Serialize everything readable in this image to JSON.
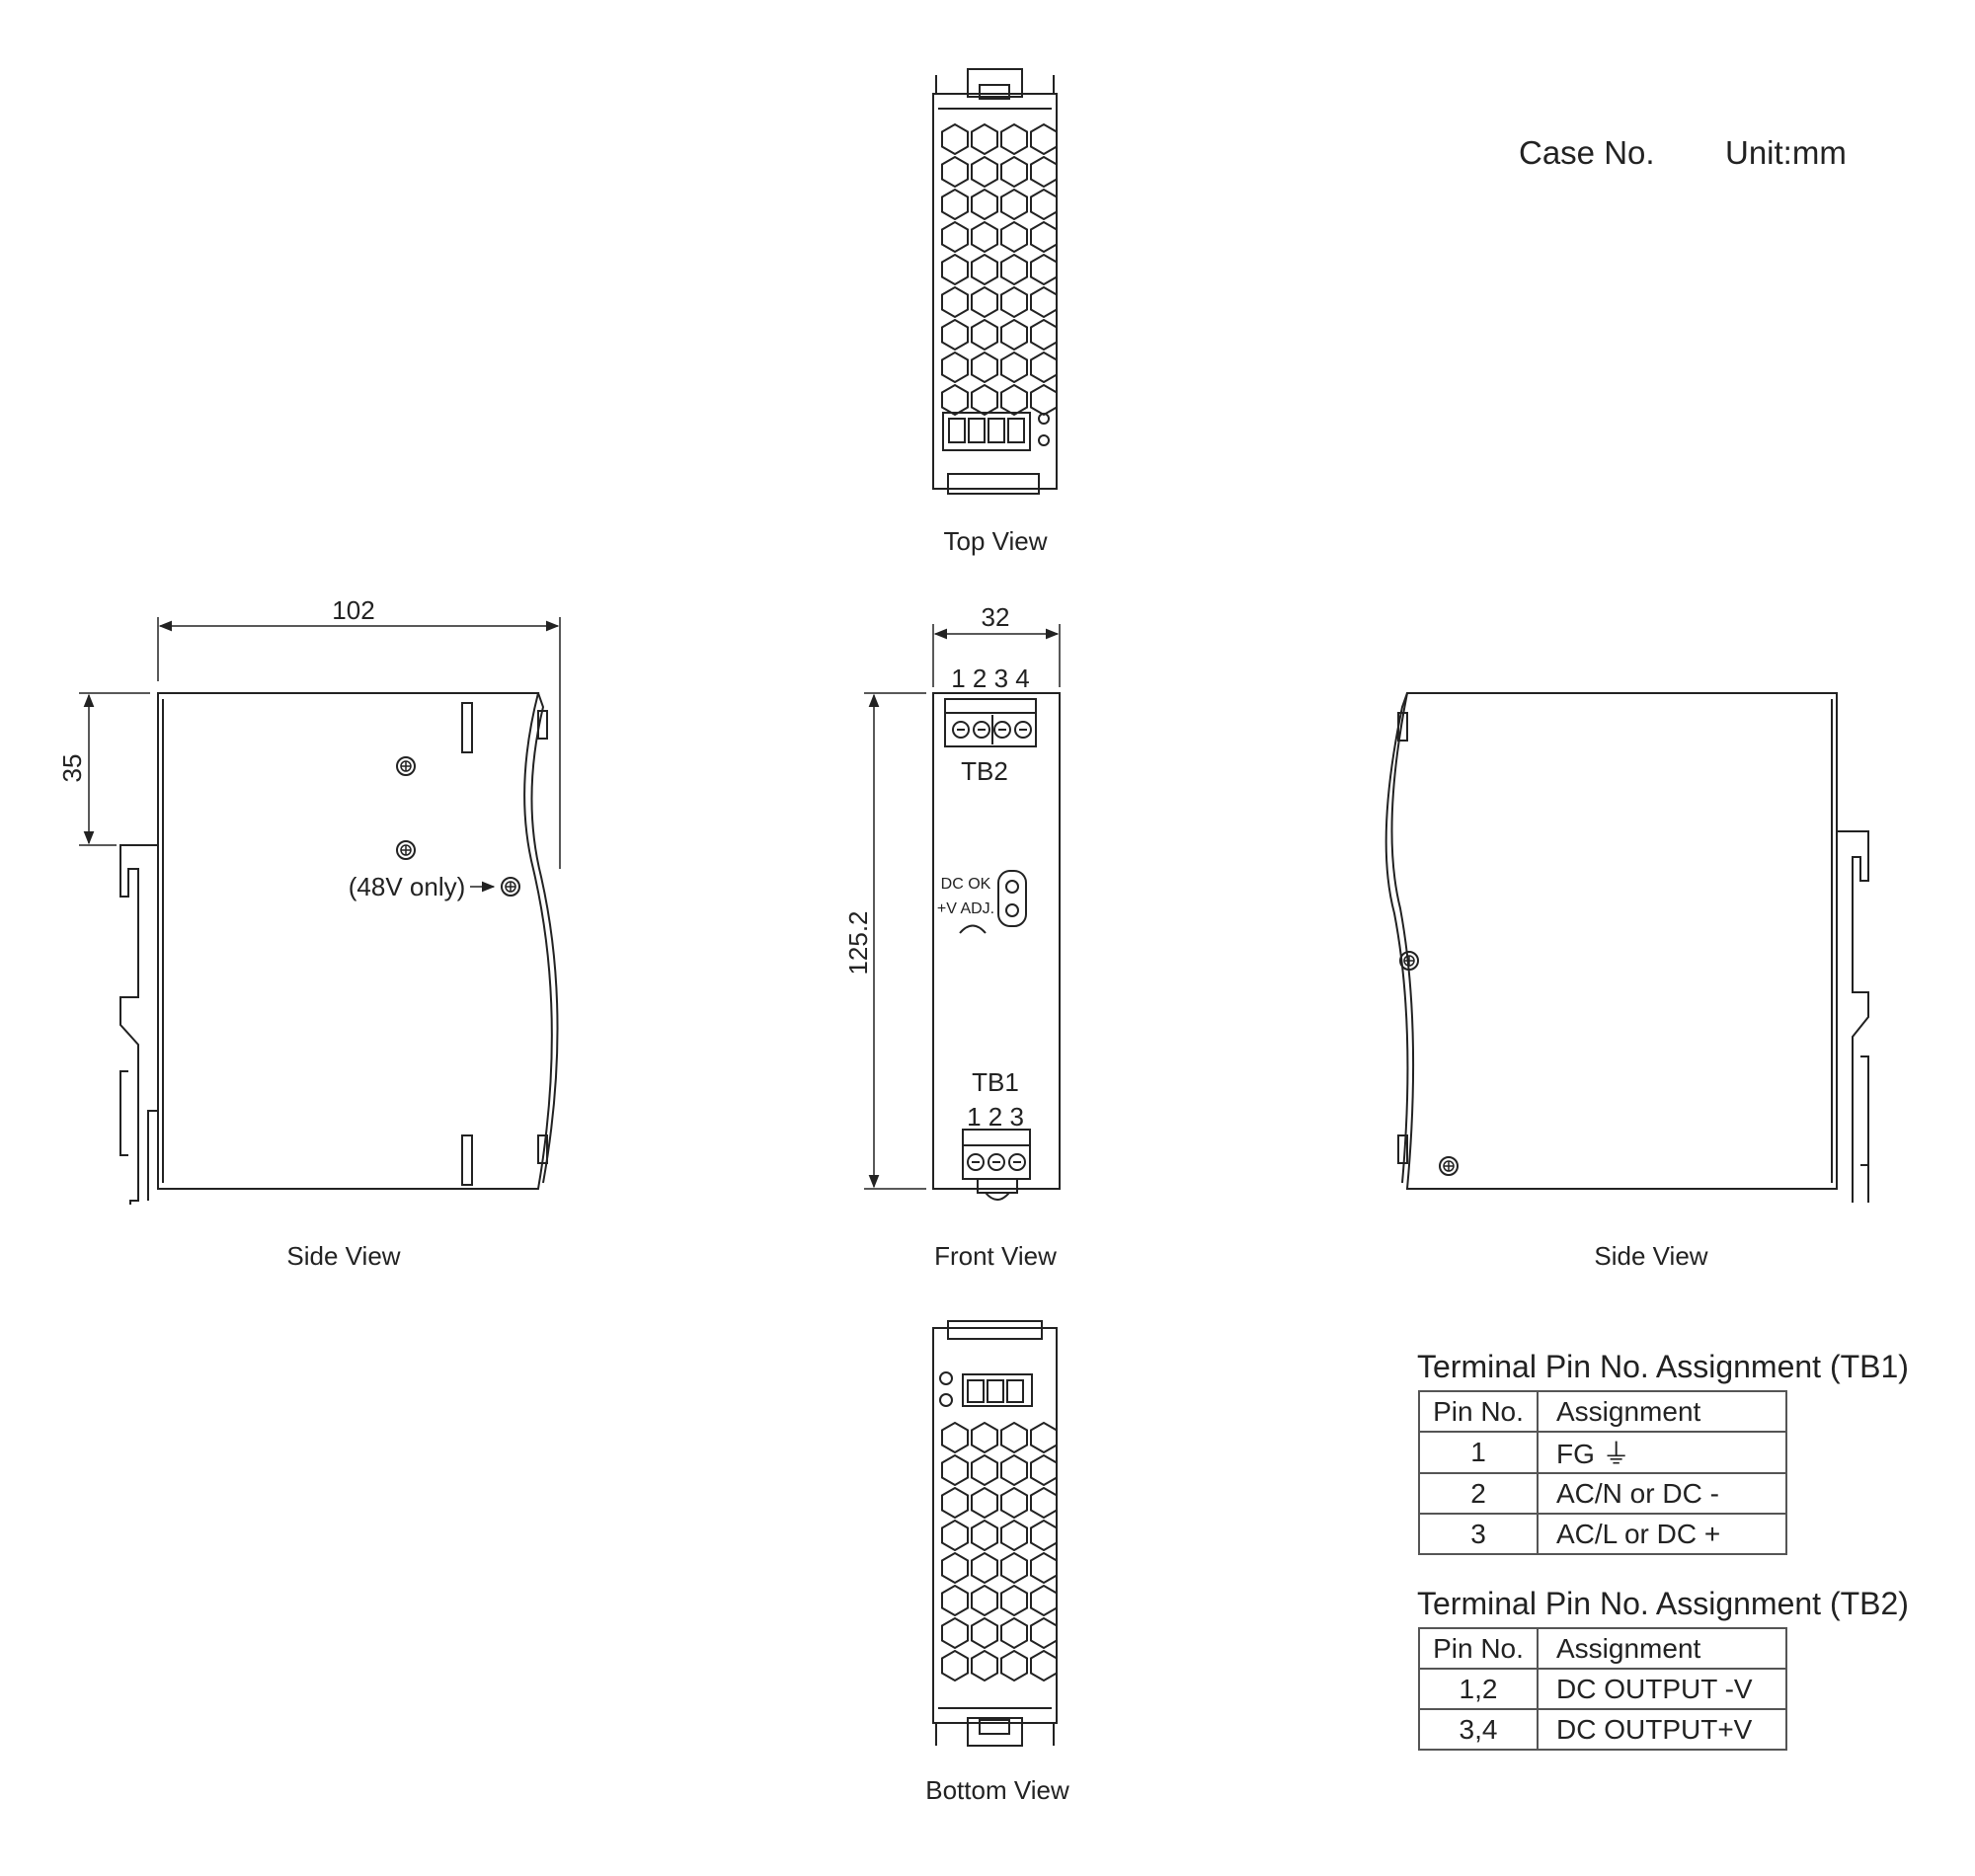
{
  "header": {
    "case_no": "Case No.",
    "unit": "Unit:mm"
  },
  "views": {
    "top": "Top View",
    "front": "Front View",
    "side_left": "Side View",
    "side_right": "Side View",
    "bottom": "Bottom View"
  },
  "dimensions": {
    "width": "102",
    "front_width": "32",
    "height": "125.2",
    "depth": "35"
  },
  "front_labels": {
    "tb2_pins": "1 2 3 4",
    "tb2": "TB2",
    "dc_ok": "DC OK",
    "v_adj": "+V ADJ.",
    "tb1": "TB1",
    "tb1_pins": "1 2 3"
  },
  "side_note": "(48V only)",
  "tb1_table": {
    "title": "Terminal Pin No.  Assignment (TB1)",
    "headers": [
      "Pin No.",
      "Assignment"
    ],
    "rows": [
      [
        "1",
        "FG ⏚"
      ],
      [
        "2",
        "AC/N or DC -"
      ],
      [
        "3",
        "AC/L or DC +"
      ]
    ]
  },
  "tb2_table": {
    "title": "Terminal Pin No.  Assignment (TB2)",
    "headers": [
      "Pin No.",
      "Assignment"
    ],
    "rows": [
      [
        "1,2",
        "DC OUTPUT -V"
      ],
      [
        "3,4",
        "DC OUTPUT+V"
      ]
    ]
  }
}
